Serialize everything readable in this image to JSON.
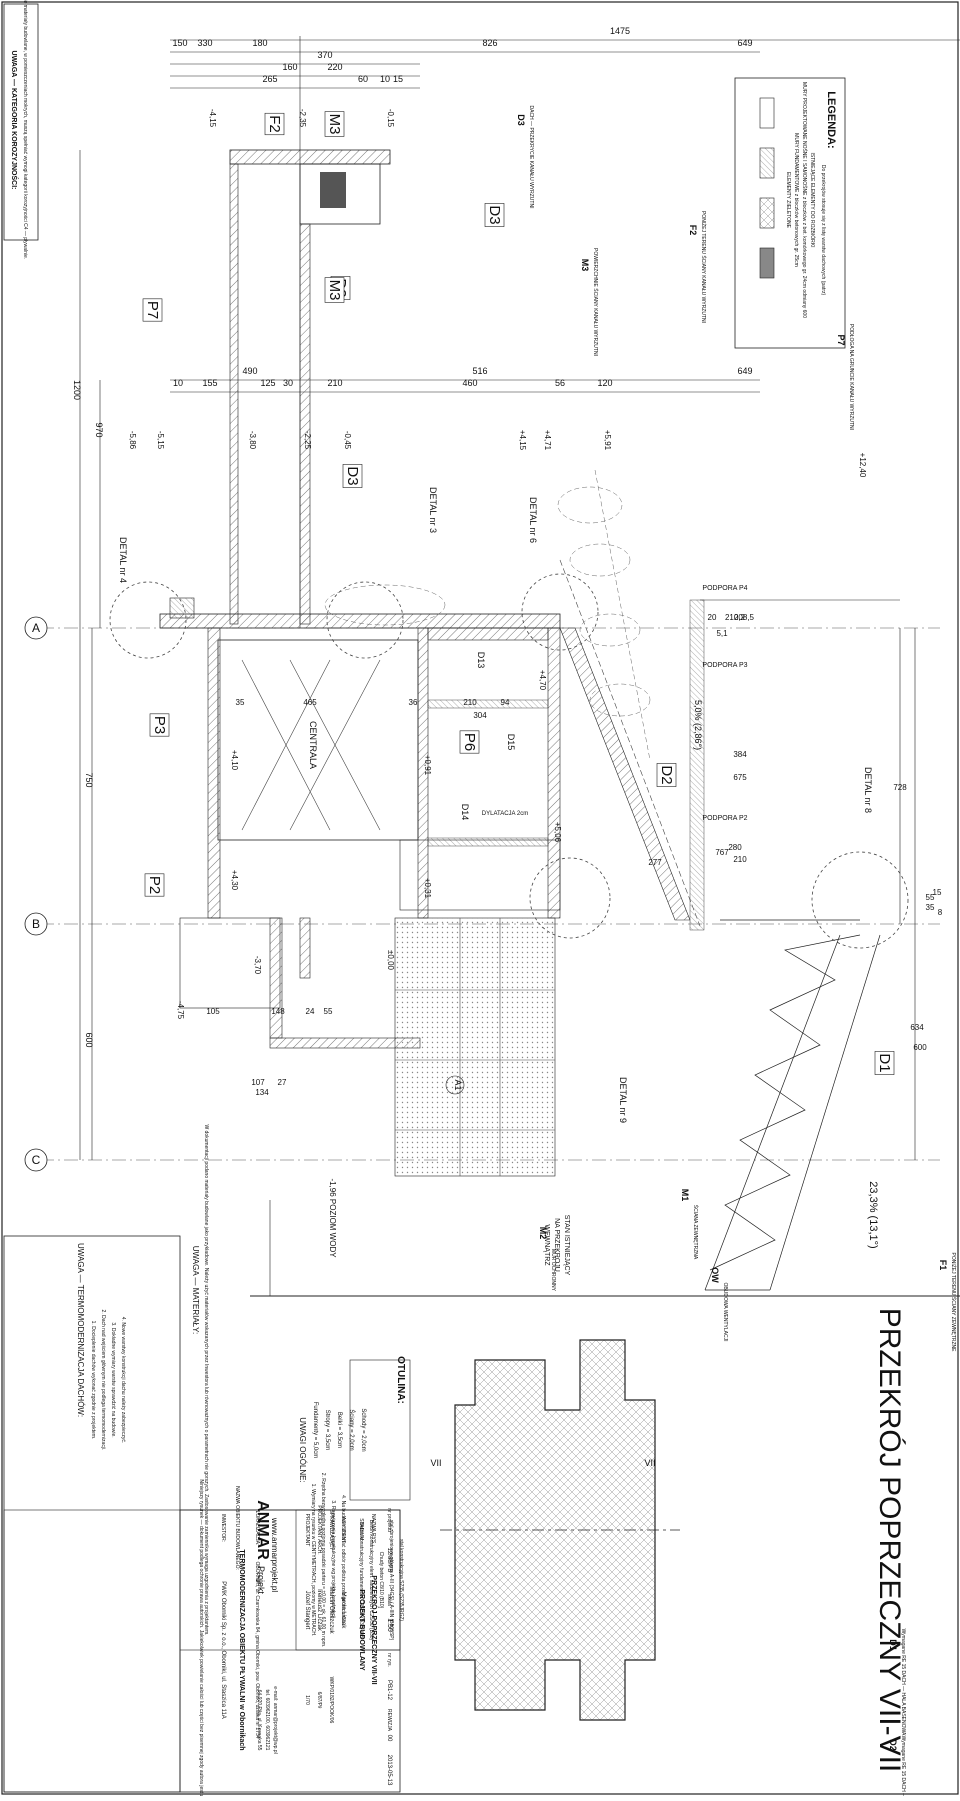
{
  "title": "PRZEKRÓJ POPRZECZNY VII-VII",
  "dims_top": [
    "330",
    "150",
    "180",
    "826",
    "1475",
    "649",
    "370",
    "220",
    "160",
    "265",
    "60",
    "10",
    "15"
  ],
  "dims_mid": [
    "490",
    "10",
    "155",
    "125",
    "30",
    "210",
    "516",
    "460",
    "56",
    "120",
    "649"
  ],
  "dims_left_vertical": [
    "1200",
    "970",
    "750",
    "600"
  ],
  "levels": [
    "-4,15",
    "-2,35",
    "-0,15",
    "-5,86",
    "-5,15",
    "-3,80",
    "-2,25",
    "-0,45",
    "+4,15",
    "+4,71",
    "+5,91",
    "+12,40",
    "+4,70",
    "+4,10",
    "+0,91",
    "+5,06",
    "+4,30",
    "+0,31",
    "-3,70",
    "-4,75",
    "±0,00",
    "-1,96 POZIOM WODY"
  ],
  "labels": [
    "F2",
    "M3",
    "D3",
    "P7",
    "P3",
    "P2",
    "P6",
    "D2",
    "D1",
    "D13",
    "D14",
    "D15",
    "A1",
    "CENTRALA"
  ],
  "axes": [
    "A",
    "B",
    "C"
  ],
  "details": [
    "DETAL nr 3",
    "DETAL nr 4",
    "DETAL nr 6",
    "DETAL nr 8",
    "DETAL nr 9"
  ],
  "supports": [
    "PODPORA P4",
    "PODPORA P3",
    "PODPORA P2"
  ],
  "slope": [
    "5,0% (2,86°)",
    "23,3% (13,1°)"
  ],
  "dim_misc": [
    "35",
    "465",
    "36",
    "210",
    "304",
    "94",
    "384",
    "675",
    "728",
    "767",
    "210",
    "277",
    "280",
    "208,5",
    "210,2",
    "20",
    "5,1",
    "105",
    "148",
    "24",
    "55",
    "107",
    "27",
    "134",
    "634",
    "600",
    "35",
    "55",
    "8",
    "15"
  ],
  "dylatacja": "DYLATACJA 2cm",
  "existing": [
    "WEWNĄTRZ",
    "NA PRZEKROJU",
    "STAN ISTNIEJĄCY"
  ],
  "legend": {
    "heading": "LEGENDA:",
    "items": [
      "ELEMENTY ZIELETONE",
      "MURY FUNDAMENTOWE z bloczków betonowych gr. 25cm",
      "MURY PROJEKTOWANE NOŚNE I SAMONOŚNE z bloczków z bet. komórkowego gr. 24cm odmiany 600",
      "ISTNIEJĄCE ELEMENTY DO ROZBIÓRKI"
    ],
    "note": "Do przekrojów stosuje się z listę warstw dachowych (patrz)"
  },
  "corrosion": {
    "heading": "UWAGA — KATEGORIA KOROZYJNOŚCI:",
    "body": "Wszystkie materiały budowlane, w pomieszczeniach mokrych, muszą spełniać wymogi kategorii korozyjności C4 — pływalnie."
  },
  "notes": {
    "materials_heading": "UWAGA — MATERIAŁY:",
    "materials_body": "W dokumentacji podano materiały budowlane jako przykładowe. Należy użyć materiałów wskazanych przez Inwestora lub równoważnych o parametrach nie gorszych. Zastosowanie zamiennika wymaga uzgodnienia z projektantem.",
    "thermo_heading": "UWAGA — TERMOMODERNIZACJA DACHÓW:",
    "thermo_items": [
      "1. Docieplenie dachów wykonać zgodnie z projektem.",
      "2. Dach nad wejściem głównym nie podlega termomodernizacji.",
      "3. Dokładne wymiary warstw sprawdzić na budowie.",
      "4. Nowe warstwy konstrukcji dachu należy zabezpieczyć."
    ],
    "general_heading": "UWAGI OGÓLNE:",
    "general_items": [
      "1. Wymiary na rysunku w CENTYMETRACH, poziomy w METRACH.",
      "2. Rzędna bezwzględna poziomu posadzki parteru = ±0,00 = ok. 61,00 m npm.",
      "3. Rozwiązania konstrukcyjne wg projektu konstrukcji.",
      "4. Na budowie dokonać odbiór podłoża przez geotechnika."
    ]
  },
  "otulina": {
    "heading": "OTULINA:",
    "items": [
      "Fundamenty = 5,0cm",
      "Stropy = 3,5cm",
      "Belki = 3,5cm",
      "Ściany = 2,0cm",
      "Schody = 2,0cm"
    ],
    "concrete": [
      "Beton konstrukcyjny fundamentów C25/30 (B30) W8",
      "Beton konstrukcyjny elem. nadziemnych C25/30 (B30)",
      "Chudy beton C8/10 (B10)",
      "stal zbrojeniowa główna A-III (34GS) / A-IIIN (B500SP)",
      "stal konstrukcyjna S235 (S235JRG2)"
    ]
  },
  "spec_blocks": [
    {
      "id": "D3",
      "title": "DACH — PRZEKRYCIE KANAŁU WYRZUTNI"
    },
    {
      "id": "M3",
      "title": "POWIERZCHNIE ŚCIANY KANAŁU WYRZUTNI"
    },
    {
      "id": "F2",
      "title": "PONIŻEJ TERENU ŚCIANY KANAŁU WYRZUTNI"
    },
    {
      "id": "P7",
      "title": "PODŁOGA NA GRUNCIE KANAŁU WYRZUTNI"
    },
    {
      "id": "F1",
      "title": "PONIŻEJ TERENU ŚCIANY ZEWNĘTRZNE"
    },
    {
      "id": "M1",
      "title": "ŚCIANA ZEWNĘTRZNA"
    },
    {
      "id": "M2",
      "title": "MUR OCHRONNY"
    },
    {
      "id": "D1",
      "title": "Wymagane RE 15 DACH — HALA BASENOWA"
    },
    {
      "id": "D2",
      "title": "Wymagane RE 15 DACH — ISTNIEJĄCE"
    },
    {
      "id": "OW",
      "title": "OBUDOWA WENTYLACJI"
    }
  ],
  "section_marks": [
    "VII",
    "VII"
  ],
  "title_block": {
    "company": "ANMAR",
    "company_suffix": "Projekt",
    "www": "www.anmarprojekt.pl",
    "address": "64-920 Piła, ul. Kossaka 55",
    "tel": "tel. 603962100, 603962121",
    "email": "e-mail: anmar@projekt@wp.pl",
    "investor_label": "INWESTOR:",
    "investor": "PWiK Oborniki Sp. z o.o., Oborniki, ul. Staszica 11A",
    "object_label": "NAZWA OBIEKTU BUDOWLANEGO:",
    "object": "TERMOMODERNIZACJA OBIEKTU PŁYWALNI w Obornikach",
    "location_label": "LOKALIZACJA:",
    "location": "OBORNIKI, ul. Czarnkowska 84, gmina Oborniki, pow. Oborniki, działka nr 1734",
    "roles": [
      {
        "role": "PROJEKTANT",
        "name": "Józef Stangert",
        "perm": "1/70"
      },
      {
        "role": "PROJEKTANT ARCH.",
        "name": "Ireneusz Liczak",
        "perm": "6/87/Pił"
      },
      {
        "role": "SPRAWDZAJĄCY",
        "name": "Marcin Oleszczuk",
        "perm": "WKP/0182/POOK/06"
      },
      {
        "role": "ASYSTENT",
        "name": "Marcin Liczak",
        "perm": ""
      }
    ],
    "stage_label": "STADIUM:",
    "stage": "PROJEKT BUDOWLANY",
    "sheet_label": "NAZWA RYS.:",
    "sheet": "PRZEKRÓJ POPRZECZNY VII-VII",
    "nr_label": "nr projektu",
    "nr": "12/88/PB",
    "scale_label": "skala",
    "scale": "1:50",
    "drawing_label": "nr rys.",
    "drawing": "PB1-12",
    "rev_label": "REWIZJA",
    "rev": "00",
    "date": "2013-05-13",
    "copyright": "Niniejszy rysunek — dokument podlega ochronie prawa autorskich. Jakiekolwiek powielanie całości lub części bez pisemnej zgody autora jest zabronione."
  }
}
